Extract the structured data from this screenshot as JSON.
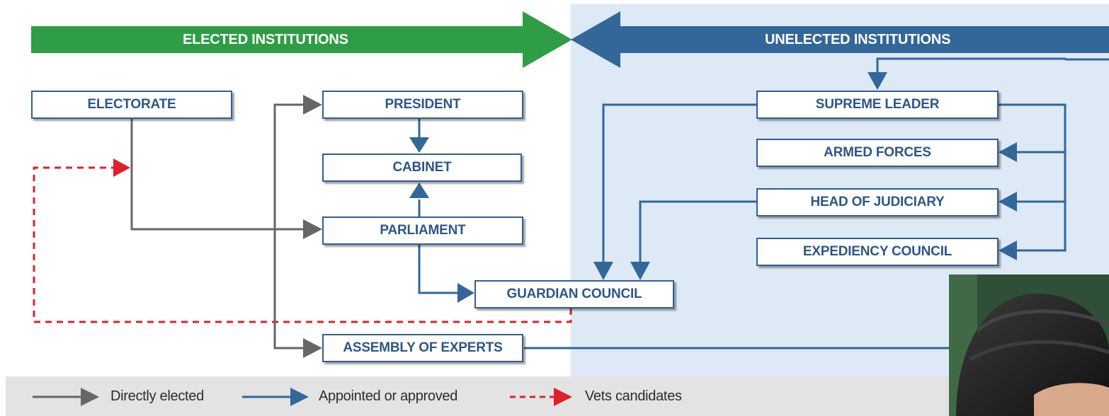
{
  "banners": {
    "elected": "ELECTED INSTITUTIONS",
    "unelected": "UNELECTED INSTITUTIONS"
  },
  "nodes": {
    "electorate": "ELECTORATE",
    "president": "PRESIDENT",
    "cabinet": "CABINET",
    "parliament": "PARLIAMENT",
    "guardian_council": "GUARDIAN COUNCIL",
    "assembly_of_experts": "ASSEMBLY OF EXPERTS",
    "supreme_leader": "SUPREME LEADER",
    "armed_forces": "ARMED FORCES",
    "head_of_judiciary": "HEAD OF JUDICIARY",
    "expediency_council": "EXPEDIENCY COUNCIL"
  },
  "legend": {
    "directly_elected": "Directly elected",
    "appointed": "Appointed or approved",
    "vets": "Vets candidates"
  },
  "colors": {
    "elected_green": "#2e9d45",
    "unelected_blue": "#336699",
    "directly_elected_grey": "#666666",
    "appointed_blue": "#336699",
    "vets_red": "#e0202a",
    "unelected_panel": "#dde9f5",
    "legend_bar": "#e3e3e3"
  },
  "portrait": {
    "icon": "portrait-photo-icon"
  }
}
